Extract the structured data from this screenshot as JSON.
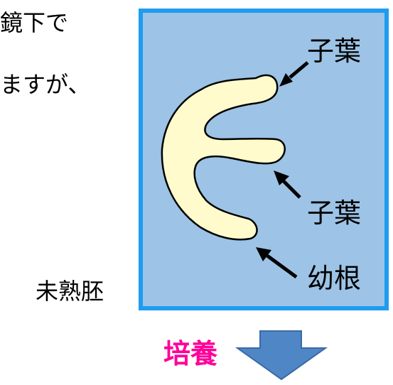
{
  "texts": {
    "line1": "鏡下で",
    "line2": "ますが、",
    "embryo": "未熟胚"
  },
  "labels": {
    "cotyledon_top": "子葉",
    "cotyledon_bottom": "子葉",
    "radicle": "幼根"
  },
  "footer": {
    "culture": "培養"
  },
  "colors": {
    "panel_fill": "#9dc3e6",
    "panel_border": "#1f9cf0",
    "embryo_fill": "#fffbcc",
    "culture_text": "#ff0099",
    "down_arrow": "#4f86c6"
  }
}
